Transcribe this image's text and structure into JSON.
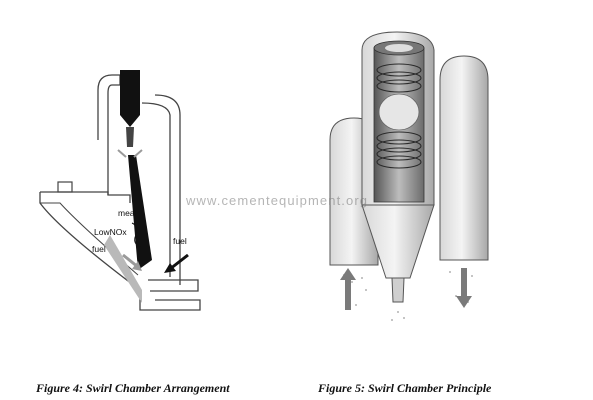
{
  "figure4": {
    "caption": "Figure 4:  Swirl Chamber Arrangement",
    "labels": {
      "meal": "meal",
      "lownox": "LowNOx",
      "fuel_left": "fuel",
      "fuel_right": "fuel"
    }
  },
  "figure5": {
    "caption": "Figure 5:  Swirl Chamber Principle"
  },
  "watermark": "www.cementequipment.org",
  "colors": {
    "ink": "#111111",
    "outline": "#444444",
    "shade": "#b9b9b9",
    "arrow_gray": "#9a9a9a"
  }
}
